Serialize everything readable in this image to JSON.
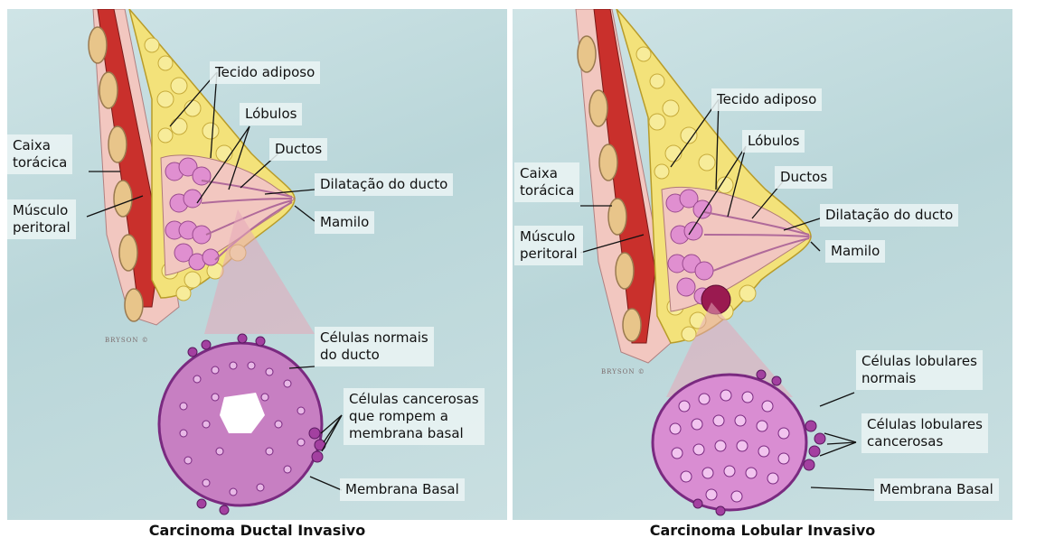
{
  "left": {
    "labels": {
      "tecido": "Tecido adiposo",
      "lobulos": "Lóbulos",
      "ductos": "Ductos",
      "dilatacao": "Dilatação do ducto",
      "caixa": "Caixa\ntorácica",
      "musculo": "Músculo\nperitoral",
      "mamilo": "Mamilo",
      "celulas_normais": "Células normais\ndo ducto",
      "celulas_cancerosas": "Células cancerosas\nque rompem a\nmembrana basal",
      "membrana": "Membrana Basal"
    },
    "signature": "BRYSON ©",
    "caption": "Carcinoma Ductal Invasivo"
  },
  "right": {
    "labels": {
      "tecido": "Tecido adiposo",
      "lobulos": "Lóbulos",
      "ductos": "Ductos",
      "dilatacao": "Dilatação do ducto",
      "caixa": "Caixa\ntorácica",
      "musculo": "Músculo\nperitoral",
      "mamilo": "Mamilo",
      "celulas_lobulares_normais": "Células lobulares\nnormais",
      "celulas_lobulares_cancerosas": "Células lobulares\ncancerosas",
      "membrana": "Membrana Basal"
    },
    "signature": "BRYSON ©",
    "caption": "Carcinoma Lobular Invasivo"
  },
  "colors": {
    "background": "#c6dee0",
    "fat": "#f3e27a",
    "muscle": "#c9302c",
    "rib": "#e8c58a",
    "lobule": "#e08fd0",
    "tissue_pink": "#f2c7c0",
    "cell_purple": "#9b3a99"
  }
}
